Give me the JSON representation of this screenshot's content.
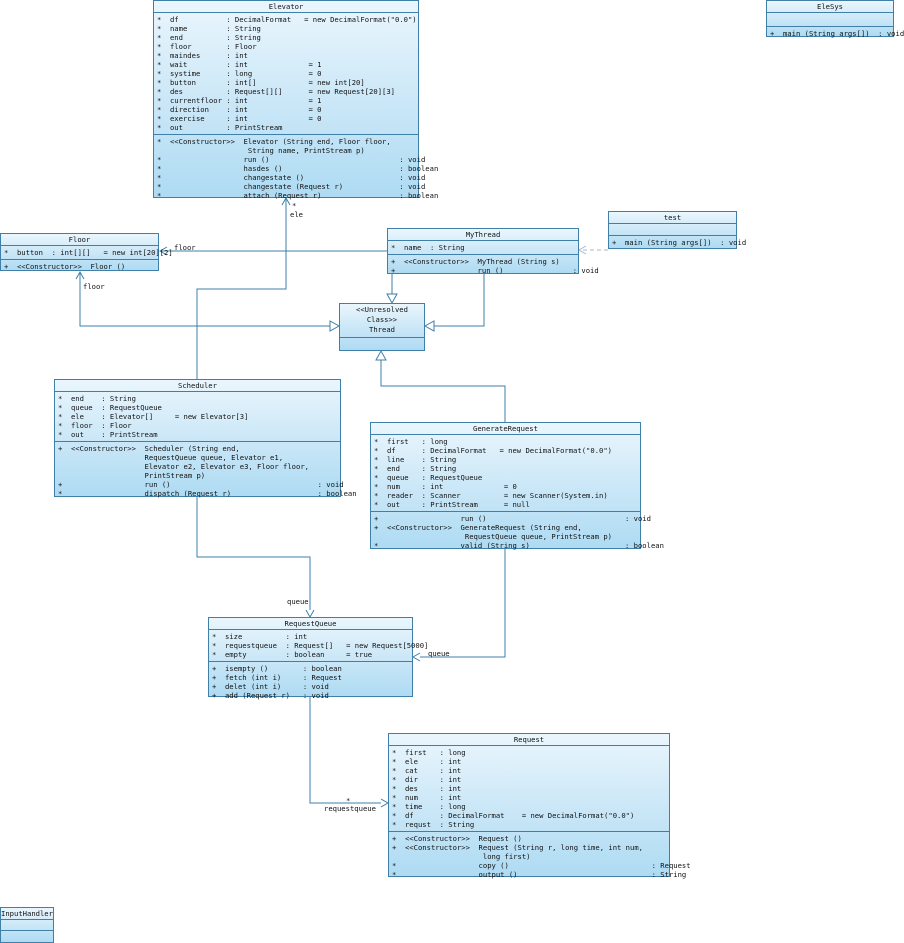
{
  "classes": {
    "elevator": {
      "name": "Elevator",
      "attrs": [
        "*  df           : DecimalFormat   = new DecimalFormat(\"0.0\")",
        "*  name         : String",
        "*  end          : String",
        "*  floor        : Floor",
        "*  maindes      : int",
        "*  wait         : int              = 1",
        "*  systime      : long             = 0",
        "*  button       : int[]            = new int[20]",
        "*  des          : Request[][]      = new Request[20][3]",
        "*  currentfloor : int              = 1",
        "*  direction    : int              = 0",
        "*  exercise     : int              = 0",
        "*  out          : PrintStream"
      ],
      "ops": [
        "*  <<Constructor>>  Elevator (String end, Floor floor,",
        "                     String name, PrintStream p)",
        "*                   run ()                              : void",
        "*                   hasdes ()                           : boolean",
        "*                   changestate ()                      : void",
        "*                   changestate (Request r)             : void",
        "*                   attach (Request r)                  : boolean"
      ]
    },
    "elesys": {
      "name": "EleSys",
      "attrs": [],
      "ops": [
        "+  main (String args[])  : void"
      ]
    },
    "floor": {
      "name": "Floor",
      "attrs": [
        "*  button  : int[][]   = new int[20][2]"
      ],
      "ops": [
        "+  <<Constructor>>  Floor ()"
      ]
    },
    "mythread": {
      "name": "MyThread",
      "attrs": [
        "*  name  : String"
      ],
      "ops": [
        "+  <<Constructor>>  MyThread (String s)",
        "+                   run ()                : void"
      ]
    },
    "test": {
      "name": "test",
      "attrs": [],
      "ops": [
        "+  main (String args[])  : void"
      ]
    },
    "thread": {
      "stereotype": "<<Unresolved Class>>",
      "name": "Thread"
    },
    "scheduler": {
      "name": "Scheduler",
      "attrs": [
        "*  end    : String",
        "*  queue  : RequestQueue",
        "*  ele    : Elevator[]     = new Elevator[3]",
        "*  floor  : Floor",
        "*  out    : PrintStream"
      ],
      "ops": [
        "+  <<Constructor>>  Scheduler (String end,",
        "                    RequestQueue queue, Elevator e1,",
        "                    Elevator e2, Elevator e3, Floor floor,",
        "                    PrintStream p)",
        "+                   run ()                                  : void",
        "*                   dispatch (Request r)                    : boolean"
      ]
    },
    "generaterequest": {
      "name": "GenerateRequest",
      "attrs": [
        "*  first   : long",
        "*  df      : DecimalFormat   = new DecimalFormat(\"0.0\")",
        "*  line    : String",
        "*  end     : String",
        "*  queue   : RequestQueue",
        "*  num     : int              = 0",
        "*  reader  : Scanner          = new Scanner(System.in)",
        "*  out     : PrintStream      = null"
      ],
      "ops": [
        "+                   run ()                                : void",
        "+  <<Constructor>>  GenerateRequest (String end,",
        "                     RequestQueue queue, PrintStream p)",
        "*                   valid (String s)                      : boolean"
      ]
    },
    "requestqueue": {
      "name": "RequestQueue",
      "attrs": [
        "*  size          : int",
        "*  requestqueue  : Request[]   = new Request[5000]",
        "*  empty         : boolean     = true"
      ],
      "ops": [
        "+  isempty ()        : boolean",
        "+  fetch (int i)     : Request",
        "+  delet (int i)     : void",
        "+  add (Request r)   : void"
      ]
    },
    "request": {
      "name": "Request",
      "attrs": [
        "*  first   : long",
        "*  ele     : int",
        "*  cat     : int",
        "*  dir     : int",
        "*  des     : int",
        "*  num     : int",
        "*  time    : long",
        "*  df      : DecimalFormat    = new DecimalFormat(\"0.0\")",
        "*  requst  : String"
      ],
      "ops": [
        "+  <<Constructor>>  Request ()",
        "+  <<Constructor>>  Request (String r, long time, int num,",
        "                     long first)",
        "*                   copy ()                                 : Request",
        "*                   output ()                               : String"
      ]
    },
    "inputhandler": {
      "name": "InputHandler",
      "attrs": [],
      "ops": []
    }
  },
  "labels": {
    "ele_mult": "*",
    "ele_role": "ele",
    "floor_assoc_1": "floor",
    "floor_assoc_2": "floor",
    "queue_assoc_1": "queue",
    "queue_assoc_2": "queue",
    "requestqueue_mult": "*",
    "requestqueue_role": "requestqueue"
  }
}
